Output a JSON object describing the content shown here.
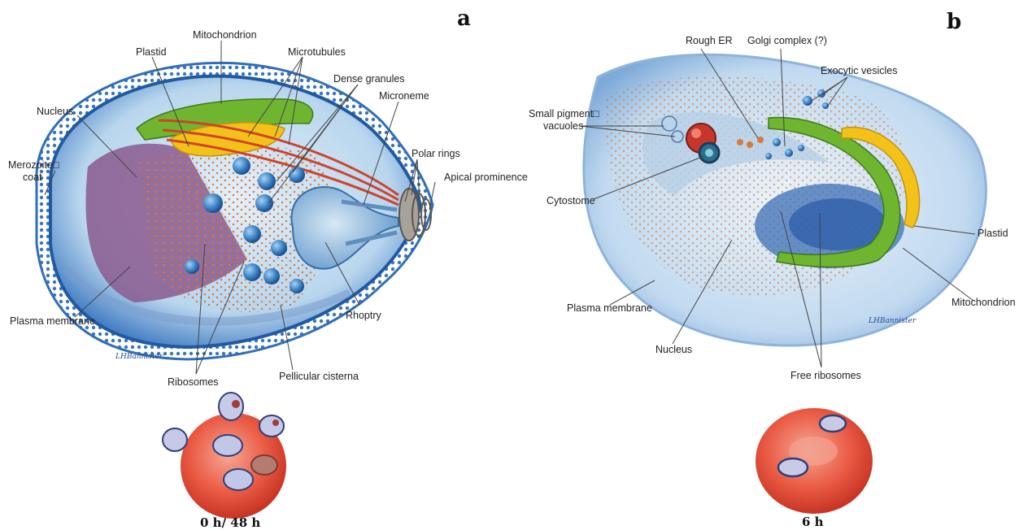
{
  "panel_a": {
    "letter": "a",
    "labels": {
      "mitochondrion": "Mitochondrion",
      "plastid": "Plastid",
      "microtubules": "Microtubules",
      "dense_granules": "Dense granules",
      "nucleus": "Nucleus",
      "microneme": "Microneme",
      "merozoite_coat_1": "Merozoite□",
      "merozoite_coat_2": "coat",
      "polar_rings": "Polar rings",
      "apical_prominence": "Apical prominence",
      "plasma_membrane": "Plasma membrane",
      "rhoptry": "Rhoptry",
      "ribosomes": "Ribosomes",
      "pellicular_cisterna": "Pellicular cisterna"
    },
    "signature": "LHBannister",
    "caption": "0 h/ 48 h"
  },
  "panel_b": {
    "letter": "b",
    "labels": {
      "rough_er": "Rough ER",
      "golgi_complex": "Golgi complex (?)",
      "exocytic_vesicles": "Exocytic vesicles",
      "small_pigment_1": "Small pigment□",
      "small_pigment_2": "vacuoles",
      "cytostome": "Cytostome",
      "plastid": "Plastid",
      "plasma_membrane": "Plasma membrane",
      "mitochondrion": "Mitochondrion",
      "nucleus": "Nucleus",
      "free_ribosomes": "Free ribosomes"
    },
    "signature": "LHBannister",
    "caption": "6 h"
  },
  "colors": {
    "membrane_blue": "#2f6fb8",
    "cytoplasm": "#cfe3f2",
    "mitochondrion_green": "#6fb52f",
    "plastid_yellow": "#f2c21a",
    "microtubule_red": "#d0432a",
    "nucleus_purple": "#8a5a8f",
    "ribosome_orange": "#d9793a",
    "rbc_red": "#e9553f"
  }
}
